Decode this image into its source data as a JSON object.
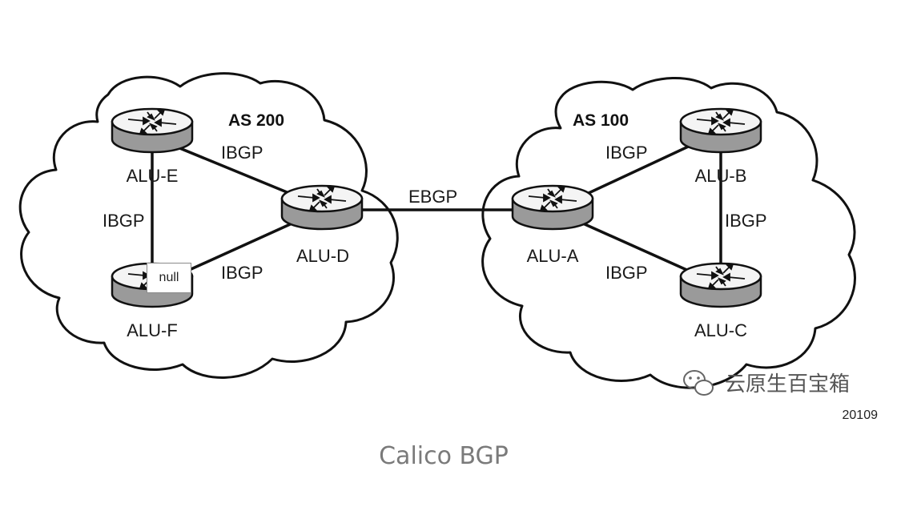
{
  "diagram": {
    "as_left_label": "AS 200",
    "as_right_label": "AS 100",
    "routers": {
      "alu_a": "ALU-A",
      "alu_b": "ALU-B",
      "alu_c": "ALU-C",
      "alu_d": "ALU-D",
      "alu_e": "ALU-E",
      "alu_f": "ALU-F"
    },
    "links": {
      "e_d": "IBGP",
      "e_f": "IBGP",
      "f_d": "IBGP",
      "d_a": "EBGP",
      "a_b": "IBGP",
      "b_c": "IBGP",
      "a_c": "IBGP"
    },
    "figure_number": "20109",
    "watermark": "云原生百宝箱"
  },
  "tooltip": {
    "text": "null"
  },
  "caption": "Calico BGP",
  "icons": {
    "router": "router-icon",
    "wechat": "wechat-icon"
  }
}
